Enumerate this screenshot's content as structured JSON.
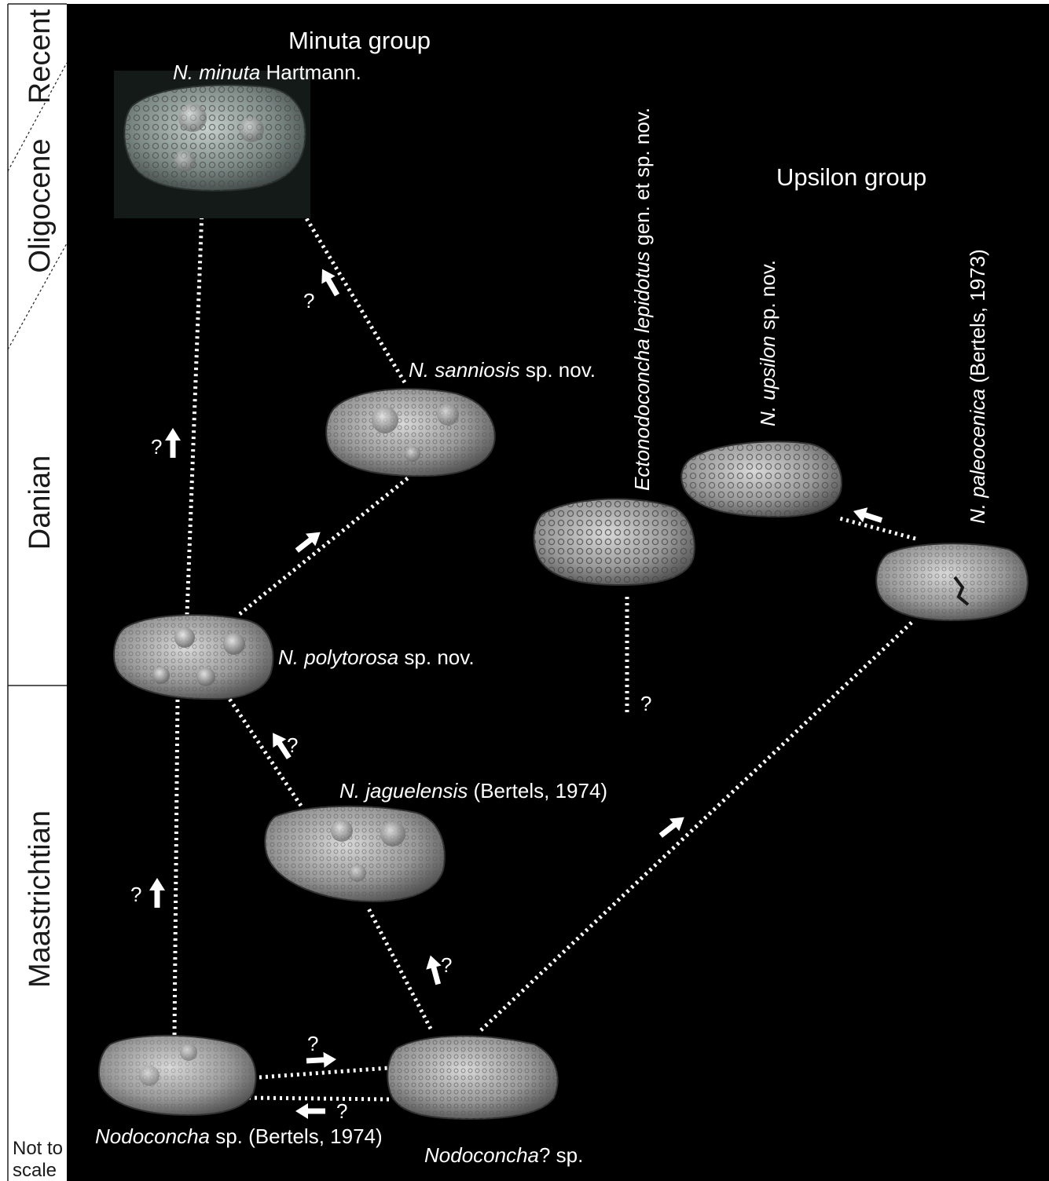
{
  "groups": {
    "minuta": "Minuta group",
    "upsilon": "Upsilon group"
  },
  "time_scale": {
    "intervals": [
      "Recent",
      "Oligocene",
      "Danian",
      "Maastrichtian"
    ],
    "scale_note_line1": "Not to",
    "scale_note_line2": "scale"
  },
  "taxa": {
    "minuta": {
      "genus": "N. ",
      "epithet": "minuta",
      "author": " Hartmann."
    },
    "sanniosis": {
      "genus": "N. ",
      "epithet": "sanniosis",
      "author": " sp. nov."
    },
    "polytorosa": {
      "genus": "N. ",
      "epithet": "polytorosa",
      "author": " sp. nov."
    },
    "jaguelensis": {
      "genus": "N. ",
      "epithet": "jaguelensis",
      "author": " (Bertels, 1974)"
    },
    "nodoconcha_sp": {
      "italic": "Nodoconcha",
      "rest": " sp. (Bertels, 1974)"
    },
    "nodoconcha_q": {
      "italic": "Nodoconcha",
      "rest": "? sp."
    },
    "ectonodoconcha": {
      "italic": "Ectonodoconcha lepidotus",
      "rest": " gen. et sp. nov."
    },
    "upsilon": {
      "genus": "N. ",
      "epithet": "upsilon",
      "author": " sp. nov."
    },
    "paleocenica": {
      "genus": "N. ",
      "epithet": "paleocenica",
      "author": " (Bertels, 1973)"
    }
  },
  "uncertainty_mark": "?",
  "colors": {
    "background": "#000000",
    "lines": "#ffffff",
    "column_text": "#1a1a1a"
  }
}
